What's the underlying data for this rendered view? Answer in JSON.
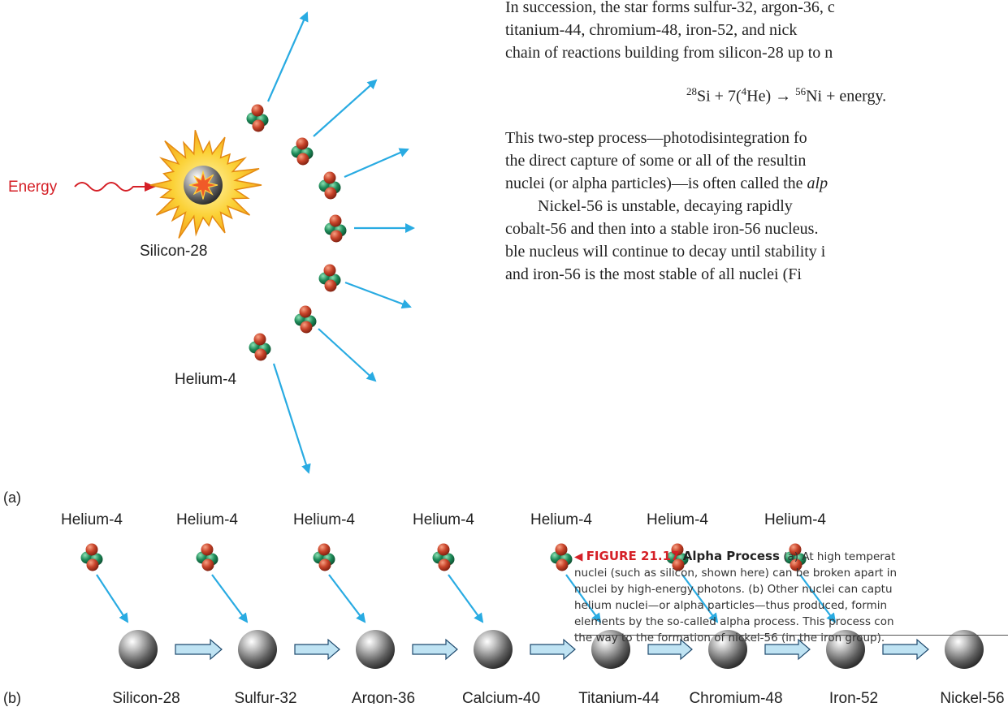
{
  "text": {
    "line1": "In succession, the star forms sulfur-32, argon-36, c",
    "line2": "titanium-44, chromium-48, iron-52, and nick",
    "line3": "chain of reactions building from silicon-28 up to n",
    "equation": {
      "si_mass": "28",
      "si": "Si + 7(",
      "he_mass": "4",
      "he": "He) → ",
      "ni_mass": "56",
      "ni": "Ni + energy."
    },
    "para2_line1": "This two-step process—photodisintegration fo",
    "para2_line2": "the direct capture of some or all of the resultin",
    "para2_line3_start": "nuclei (or alpha particles)—is often called the ",
    "para2_line3_italic": "alp",
    "para3_line1": "Nickel-56 is unstable, decaying rapidly",
    "para3_line2": "cobalt-56 and then into a stable iron-56 nucleus.",
    "para3_line3": "ble nucleus will continue to decay until stability i",
    "para3_line4": "and iron-56 is the most stable of all nuclei (Fi"
  },
  "caption": {
    "number": "FIGURE 21.17",
    "title": "Alpha Process",
    "line1": "(a) At high temperat",
    "line2": "nuclei (such as silicon, shown here) can be broken apart in",
    "line3": "nuclei by high-energy photons. (b) Other nuclei can captu",
    "line4": "helium nuclei—or alpha particles—thus produced, formin",
    "line5": "elements by the so-called alpha process. This process con",
    "line6": "the way to the formation of nickel-56 (in the iron group)."
  },
  "panel_a": {
    "tag": "(a)",
    "energy_label": "Energy",
    "nucleus_label": "Silicon-28",
    "helium_label": "Helium-4"
  },
  "panel_b": {
    "tag": "(b)",
    "helium_label": "Helium-4",
    "nuclei": [
      "Silicon-28",
      "Sulfur-32",
      "Argon-36",
      "Calcium-40",
      "Titanium-44",
      "Chromium-48",
      "Iron-52",
      "Nickel-56"
    ]
  },
  "colors": {
    "proton": "#c8442a",
    "neutron": "#1f8c5a",
    "arrow": "#29abe2",
    "energy": "#d52027",
    "burst": "#fbd136",
    "chain_arrow_fill": "#bfe3f3"
  }
}
